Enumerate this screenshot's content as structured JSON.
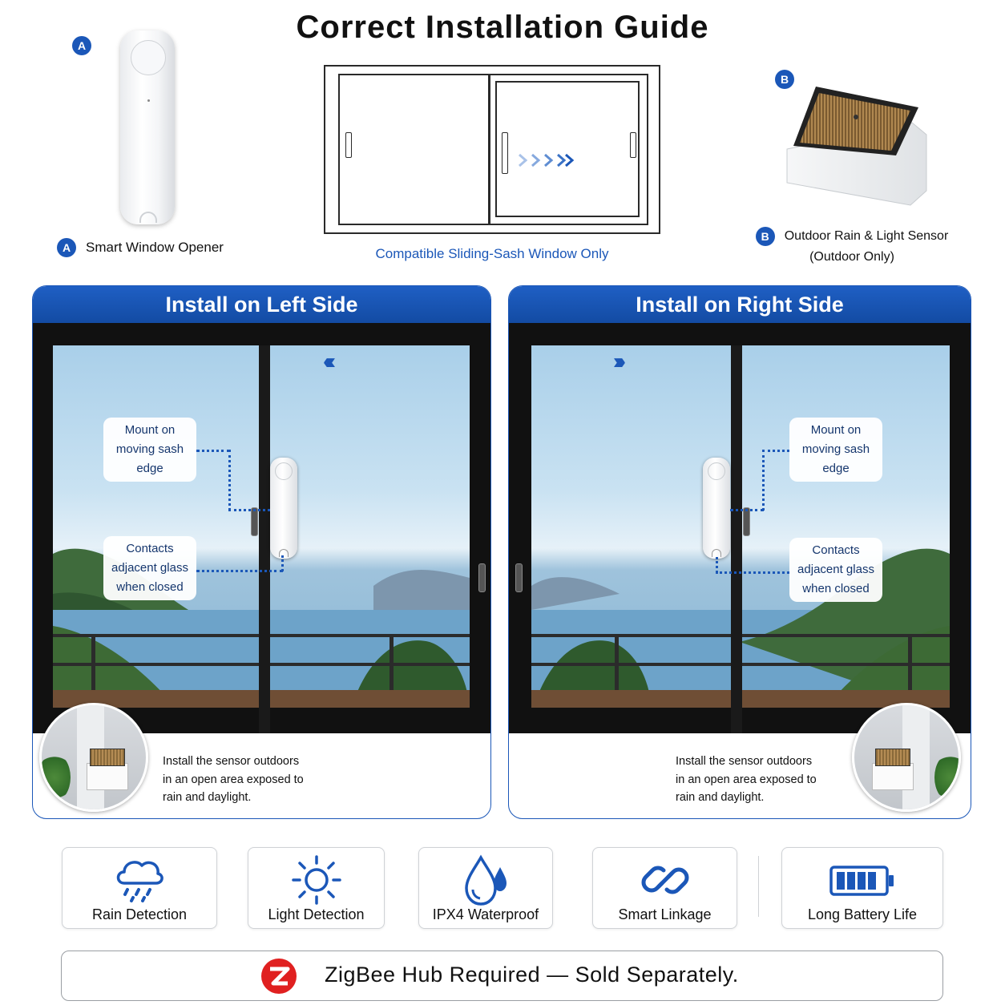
{
  "title": "Correct Installation Guide",
  "product_a": {
    "badge": "A",
    "label": "Smart Window Opener"
  },
  "window_diagram": {
    "caption": "Compatible Sliding-Sash Window Only"
  },
  "product_b": {
    "badge": "B",
    "label": "Outdoor Rain & Light Sensor",
    "sublabel": "(Outdoor Only)"
  },
  "left_panel": {
    "header": "Install on Left Side",
    "chevrons": "‹‹‹",
    "callout_mount": [
      "Mount on",
      "moving sash",
      "edge"
    ],
    "callout_contacts": [
      "Contacts",
      "adjacent glass",
      "when closed"
    ],
    "note": [
      "Install the sensor outdoors",
      "in an open area exposed to",
      "rain and daylight."
    ]
  },
  "right_panel": {
    "header": "Install on Right Side",
    "chevrons": "›››",
    "callout_mount": [
      "Mount on",
      "moving sash",
      "edge"
    ],
    "callout_contacts": [
      "Contacts",
      "adjacent glass",
      "when closed"
    ],
    "note": [
      "Install the sensor outdoors",
      "in an open area exposed to",
      "rain and daylight."
    ]
  },
  "features": [
    {
      "label": "Rain Detection",
      "icon": "rain-cloud-icon"
    },
    {
      "label": "Light Detection",
      "icon": "sun-icon"
    },
    {
      "label": "IPX4 Waterproof",
      "icon": "water-drop-icon"
    },
    {
      "label": "Smart Linkage",
      "icon": "link-icon"
    },
    {
      "label": "Long Battery Life",
      "icon": "battery-icon"
    }
  ],
  "hub_notice": {
    "text": "ZigBee Hub Required — Sold Separately.",
    "icon": "zigbee-logo-icon"
  },
  "colors": {
    "brand_blue": "#1b57b8",
    "zigbee_red": "#e02020"
  }
}
